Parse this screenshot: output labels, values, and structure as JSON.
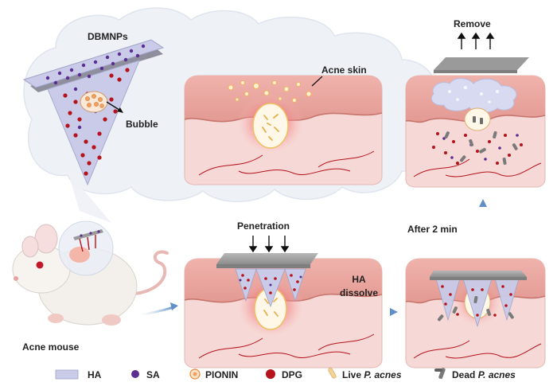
{
  "labels": {
    "dbmnps": "DBMNPs",
    "bubble": "Bubble",
    "acne_skin": "Acne skin",
    "remove": "Remove",
    "penetration": "Penetration",
    "after_2_min": "After 2 min",
    "ha_dissolve_line1": "HA",
    "ha_dissolve_line2": "dissolve",
    "acne_mouse": "Acne mouse"
  },
  "legend": [
    {
      "label": "HA",
      "icon": "ha-patch-icon",
      "color": "#c9cbe8"
    },
    {
      "label": "SA",
      "icon": "sa-dot-icon",
      "color": "#5b2d91"
    },
    {
      "label": "PIONIN",
      "icon": "pionin-icon",
      "color": "#f0a060"
    },
    {
      "label": "DPG",
      "icon": "dpg-dot-icon",
      "color": "#b5121b"
    },
    {
      "label": "Live",
      "label_italic": "P. acnes",
      "icon": "live-bacteria-icon",
      "color": "#f2d49a"
    },
    {
      "label": "Dead",
      "label_italic": "P. acnes",
      "icon": "dead-bacteria-icon",
      "color": "#7a7a7a"
    }
  ],
  "colors": {
    "skin_top": "#e8a09a",
    "skin_body": "#f6d9d6",
    "epidermis": "#d98a84",
    "vessel": "#b5121b",
    "cloud": "#eef1f6",
    "patch": "#9a9a9a",
    "arrow": "#7aa2cf"
  }
}
